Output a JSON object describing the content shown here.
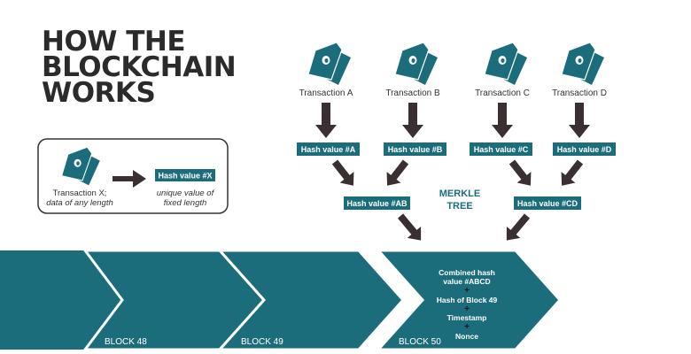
{
  "title": [
    "HOW THE",
    "BLOCKCHAIN",
    "WORKS"
  ],
  "colors": {
    "teal": "#1c6d7b",
    "arrow": "#3a3031",
    "text": "#333333",
    "title": "#2b2b2b",
    "legend_border": "#333333"
  },
  "legend": {
    "icon": "document-icon",
    "line1": "Transaction X;",
    "line2": "data of any length",
    "hash_label": "Hash value #X",
    "desc1": "unique value of",
    "desc2": "fixed length"
  },
  "transactions": [
    {
      "label": "Transaction A",
      "icon": "document-icon"
    },
    {
      "label": "Transaction B",
      "icon": "document-icon"
    },
    {
      "label": "Transaction C",
      "icon": "document-icon"
    },
    {
      "label": "Transaction D",
      "icon": "document-icon"
    }
  ],
  "hashes": [
    "Hash value #A",
    "Hash value #B",
    "Hash value #C",
    "Hash value #D"
  ],
  "combined_hashes": [
    "Hash value #AB",
    "Hash value #CD"
  ],
  "merkle": [
    "MERKLE",
    "TREE"
  ],
  "blocks": [
    "BLOCK 48",
    "BLOCK 49",
    "BLOCK 50"
  ],
  "block_details": {
    "combined": [
      "Combined hash",
      "value #ABCD"
    ],
    "prev_hash": "Hash of Block 49",
    "timestamp": "Timestamp",
    "nonce": "Nonce",
    "plus": "+"
  }
}
